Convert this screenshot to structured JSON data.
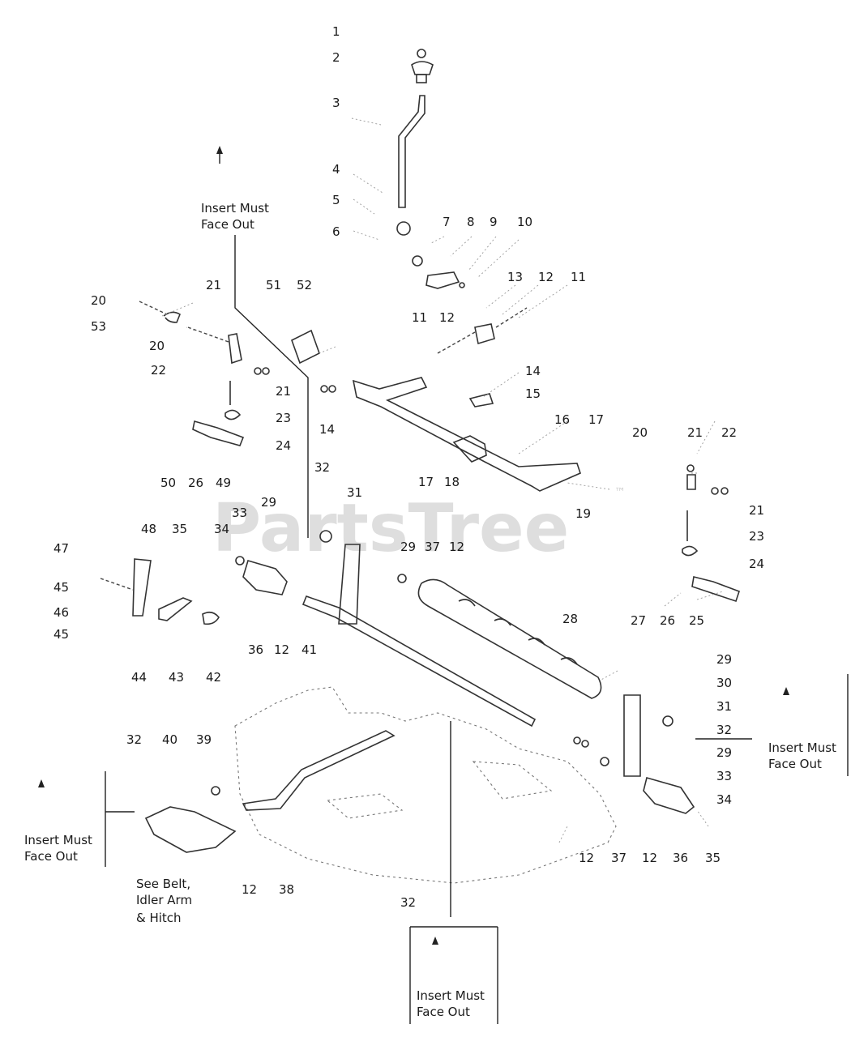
{
  "callout_labels": [
    {
      "id": "c1",
      "text": "1"
    },
    {
      "id": "c2",
      "text": "2"
    },
    {
      "id": "c3",
      "text": "3"
    },
    {
      "id": "c4",
      "text": "4"
    },
    {
      "id": "c5",
      "text": "5"
    },
    {
      "id": "c6",
      "text": "6"
    },
    {
      "id": "c7",
      "text": "7"
    },
    {
      "id": "c8",
      "text": "8"
    },
    {
      "id": "c9",
      "text": "9"
    },
    {
      "id": "c10",
      "text": "10"
    },
    {
      "id": "c21a",
      "text": "21"
    },
    {
      "id": "c51",
      "text": "51"
    },
    {
      "id": "c52",
      "text": "52"
    },
    {
      "id": "c13",
      "text": "13"
    },
    {
      "id": "c12a",
      "text": "12"
    },
    {
      "id": "c11a",
      "text": "11"
    },
    {
      "id": "c20a",
      "text": "20"
    },
    {
      "id": "c53",
      "text": "53"
    },
    {
      "id": "c11b",
      "text": "11"
    },
    {
      "id": "c12b",
      "text": "12"
    },
    {
      "id": "c20b",
      "text": "20"
    },
    {
      "id": "c22a",
      "text": "22"
    },
    {
      "id": "c14a",
      "text": "14"
    },
    {
      "id": "c15",
      "text": "15"
    },
    {
      "id": "c21b",
      "text": "21"
    },
    {
      "id": "c23a",
      "text": "23"
    },
    {
      "id": "c14b",
      "text": "14"
    },
    {
      "id": "c16",
      "text": "16"
    },
    {
      "id": "c17a",
      "text": "17"
    },
    {
      "id": "c20c",
      "text": "20"
    },
    {
      "id": "c21c",
      "text": "21"
    },
    {
      "id": "c22b",
      "text": "22"
    },
    {
      "id": "c24a",
      "text": "24"
    },
    {
      "id": "c32a",
      "text": "32"
    },
    {
      "id": "c50",
      "text": "50"
    },
    {
      "id": "c26a",
      "text": "26"
    },
    {
      "id": "c49",
      "text": "49"
    },
    {
      "id": "c31a",
      "text": "31"
    },
    {
      "id": "c17b",
      "text": "17"
    },
    {
      "id": "c18",
      "text": "18"
    },
    {
      "id": "c29a",
      "text": "29"
    },
    {
      "id": "c19",
      "text": "19"
    },
    {
      "id": "c21d",
      "text": "21"
    },
    {
      "id": "c33a",
      "text": "33"
    },
    {
      "id": "c48",
      "text": "48"
    },
    {
      "id": "c35a",
      "text": "35"
    },
    {
      "id": "c34a",
      "text": "34"
    },
    {
      "id": "c23b",
      "text": "23"
    },
    {
      "id": "c47",
      "text": "47"
    },
    {
      "id": "c29b",
      "text": "29"
    },
    {
      "id": "c37a",
      "text": "37"
    },
    {
      "id": "c12c",
      "text": "12"
    },
    {
      "id": "c24b",
      "text": "24"
    },
    {
      "id": "c45a",
      "text": "45"
    },
    {
      "id": "c46",
      "text": "46"
    },
    {
      "id": "c45b",
      "text": "45"
    },
    {
      "id": "c28",
      "text": "28"
    },
    {
      "id": "c27",
      "text": "27"
    },
    {
      "id": "c26b",
      "text": "26"
    },
    {
      "id": "c25",
      "text": "25"
    },
    {
      "id": "c36a",
      "text": "36"
    },
    {
      "id": "c12d",
      "text": "12"
    },
    {
      "id": "c41",
      "text": "41"
    },
    {
      "id": "c44",
      "text": "44"
    },
    {
      "id": "c43",
      "text": "43"
    },
    {
      "id": "c42",
      "text": "42"
    },
    {
      "id": "c29c",
      "text": "29"
    },
    {
      "id": "c30",
      "text": "30"
    },
    {
      "id": "c31b",
      "text": "31"
    },
    {
      "id": "c32b",
      "text": "32"
    },
    {
      "id": "c29d",
      "text": "29"
    },
    {
      "id": "c33b",
      "text": "33"
    },
    {
      "id": "c34b",
      "text": "34"
    },
    {
      "id": "c32c",
      "text": "32"
    },
    {
      "id": "c40",
      "text": "40"
    },
    {
      "id": "c39",
      "text": "39"
    },
    {
      "id": "c12e",
      "text": "12"
    },
    {
      "id": "c37b",
      "text": "37"
    },
    {
      "id": "c12f",
      "text": "12"
    },
    {
      "id": "c36b",
      "text": "36"
    },
    {
      "id": "c35b",
      "text": "35"
    },
    {
      "id": "c12g",
      "text": "12"
    },
    {
      "id": "c38",
      "text": "38"
    },
    {
      "id": "c32d",
      "text": "32"
    }
  ],
  "notes": {
    "insert_line1": "Insert Must",
    "insert_line2": "Face Out",
    "see_line1": "See Belt,",
    "see_line2": "Idler Arm",
    "see_line3": "& Hitch"
  },
  "watermark": {
    "text": "PartsTree",
    "trademark": "™"
  }
}
